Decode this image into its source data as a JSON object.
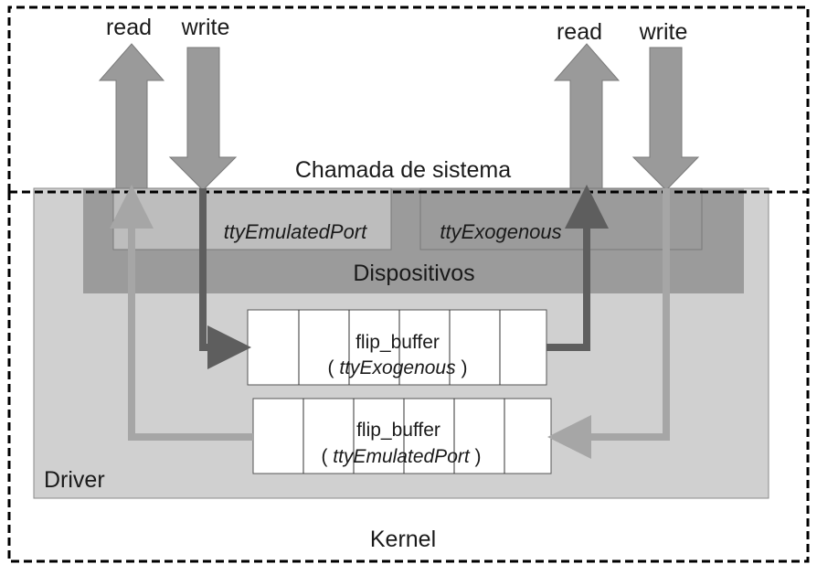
{
  "arrows_left": {
    "read": "read",
    "write": "write"
  },
  "arrows_right": {
    "read": "read",
    "write": "write"
  },
  "syscall_label": "Chamada de sistema",
  "devices": {
    "title": "Dispositivos",
    "port_emulated": "ttyEmulatedPort",
    "port_exogenous": "ttyExogenous"
  },
  "buffer_top": {
    "name": "flip_buffer",
    "open": "(",
    "port": "ttyExogenous",
    "close": ")"
  },
  "buffer_bottom": {
    "name": "flip_buffer",
    "open": "(",
    "port": "ttyEmulatedPort",
    "close": ")"
  },
  "driver_label": "Driver",
  "kernel_label": "Kernel",
  "colors": {
    "driver_bg": "#d0d0d0",
    "devices_bg": "#9b9b9b",
    "port_bg": "#bdbdbd",
    "big_arrow": "#9a9a9a",
    "dark_path": "#5e5e5e",
    "light_path": "#a6a6a6",
    "border": "#000000"
  }
}
